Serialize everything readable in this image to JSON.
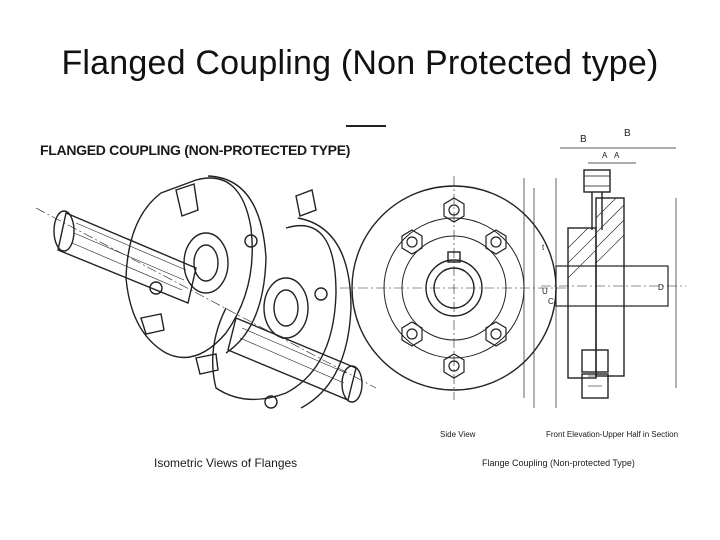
{
  "slide": {
    "title": "Flanged Coupling (Non Protected type)"
  },
  "figure": {
    "heading": "FLANGED COUPLING (NON-PROTECTED TYPE)",
    "isometric_caption": "Isometric Views of Flanges",
    "side_view_label": "Side View",
    "front_view_label": "Front Elevation-Upper Half in Section",
    "figure_caption": "Flange Coupling (Non-protected Type)",
    "dimension_letters": [
      "B",
      "B",
      "A",
      "A",
      "t",
      "D",
      "U",
      "C"
    ]
  }
}
